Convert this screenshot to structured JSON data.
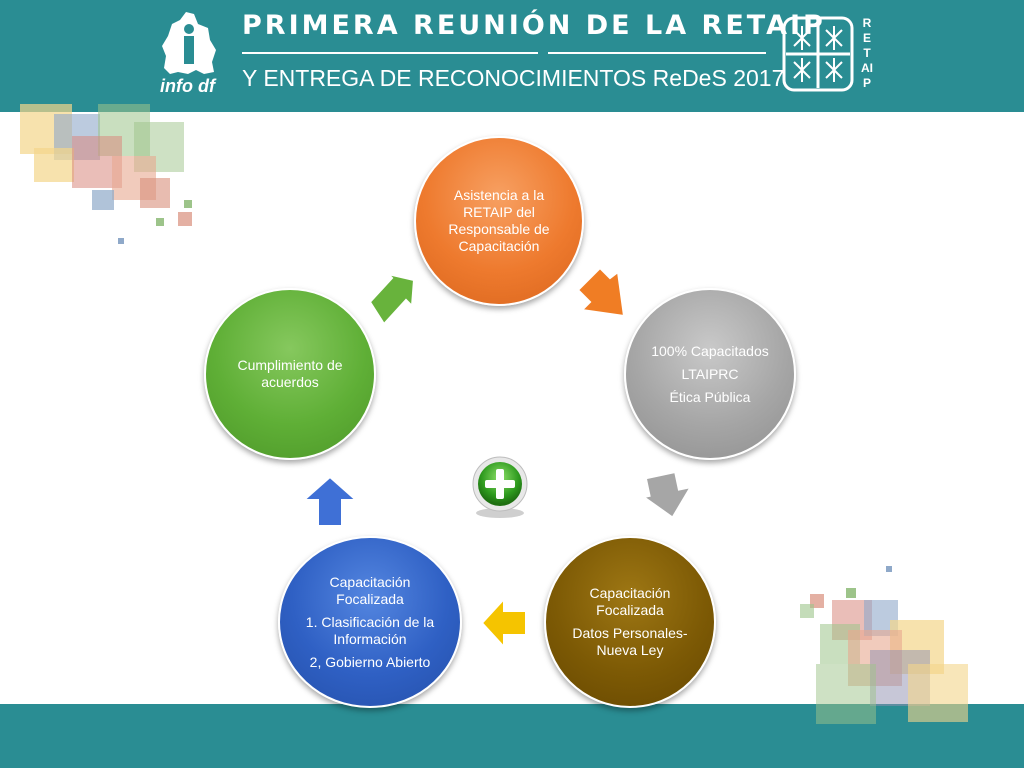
{
  "header": {
    "title_line1": "PRIMERA REUNIÓN DE LA RETAIP",
    "title_line2": "Y ENTREGA DE RECONOCIMIENTOS ReDeS 2017",
    "left_logo_text": "info df",
    "right_logo_text": "RETAIP"
  },
  "colors": {
    "teal": "#2a8d93",
    "orange": "#ee7a2e",
    "gray": "#a6a6a6",
    "brown": "#7d5a05",
    "blue": "#2f60c4",
    "green": "#5faf36",
    "arrow_orange": "#f07d24",
    "arrow_gray": "#a6a6a6",
    "arrow_yellow": "#f5c400",
    "arrow_blue": "#3f70d6",
    "arrow_green": "#68b33c"
  },
  "cycle": {
    "nodes": [
      {
        "id": "asistencia",
        "lines": [
          "Asistencia a la RETAIP del Responsable de Capacitación"
        ]
      },
      {
        "id": "capacitados",
        "lines": [
          "100% Capacitados",
          "LTAIPRC",
          "Ética Pública"
        ]
      },
      {
        "id": "datos",
        "lines": [
          "Capacitación Focalizada",
          "Datos Personales- Nueva Ley"
        ]
      },
      {
        "id": "clasificacion",
        "lines": [
          "Capacitación Focalizada",
          "1. Clasificación de la Información",
          "2, Gobierno Abierto"
        ]
      },
      {
        "id": "cumplimiento",
        "lines": [
          "Cumplimiento de acuerdos"
        ]
      }
    ],
    "center_icon": "plus-icon"
  }
}
